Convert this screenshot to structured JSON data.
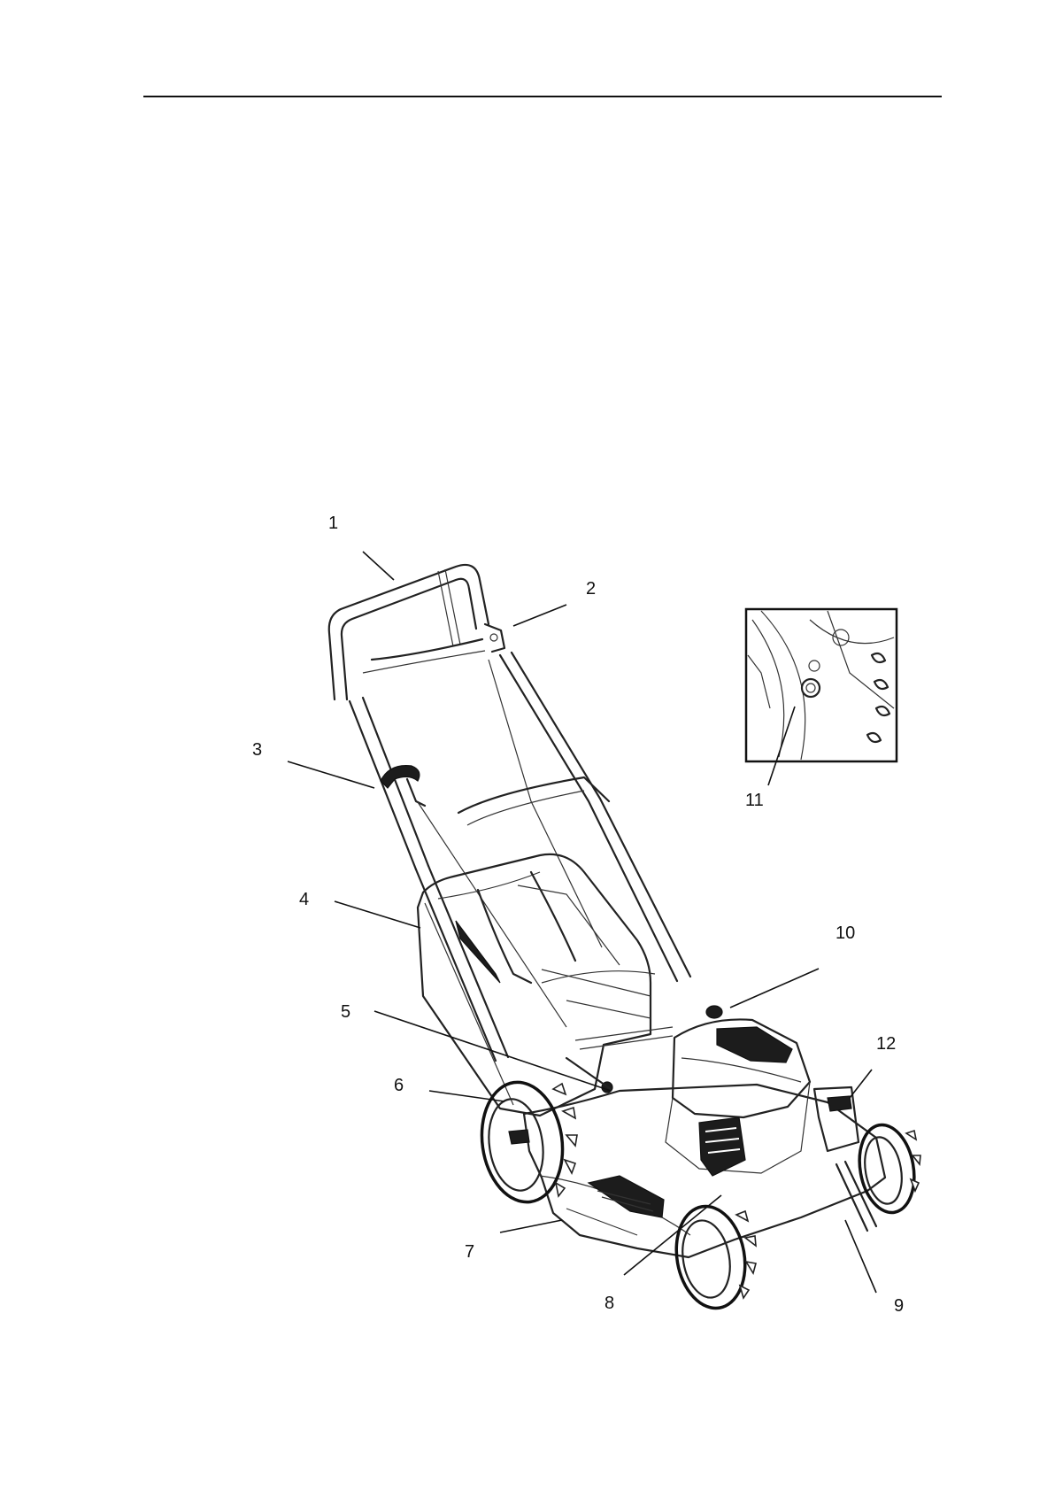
{
  "callouts": [
    {
      "label": "1",
      "icon": "handle-bar-icon"
    },
    {
      "label": "2",
      "icon": "handle-lever-icon"
    },
    {
      "label": "3",
      "icon": "starter-grip-icon"
    },
    {
      "label": "4",
      "icon": "grass-box-icon"
    },
    {
      "label": "5",
      "icon": "height-lever-icon"
    },
    {
      "label": "6",
      "icon": "rear-wheel-icon"
    },
    {
      "label": "7",
      "icon": "deck-icon"
    },
    {
      "label": "8",
      "icon": "air-filter-icon"
    },
    {
      "label": "9",
      "icon": "front-wheel-icon"
    },
    {
      "label": "10",
      "icon": "fuel-cap-icon"
    },
    {
      "label": "11",
      "icon": "oil-plug-icon"
    },
    {
      "label": "12",
      "icon": "spark-plug-icon"
    }
  ],
  "colors": {
    "ink": "#111111",
    "background": "#ffffff"
  }
}
